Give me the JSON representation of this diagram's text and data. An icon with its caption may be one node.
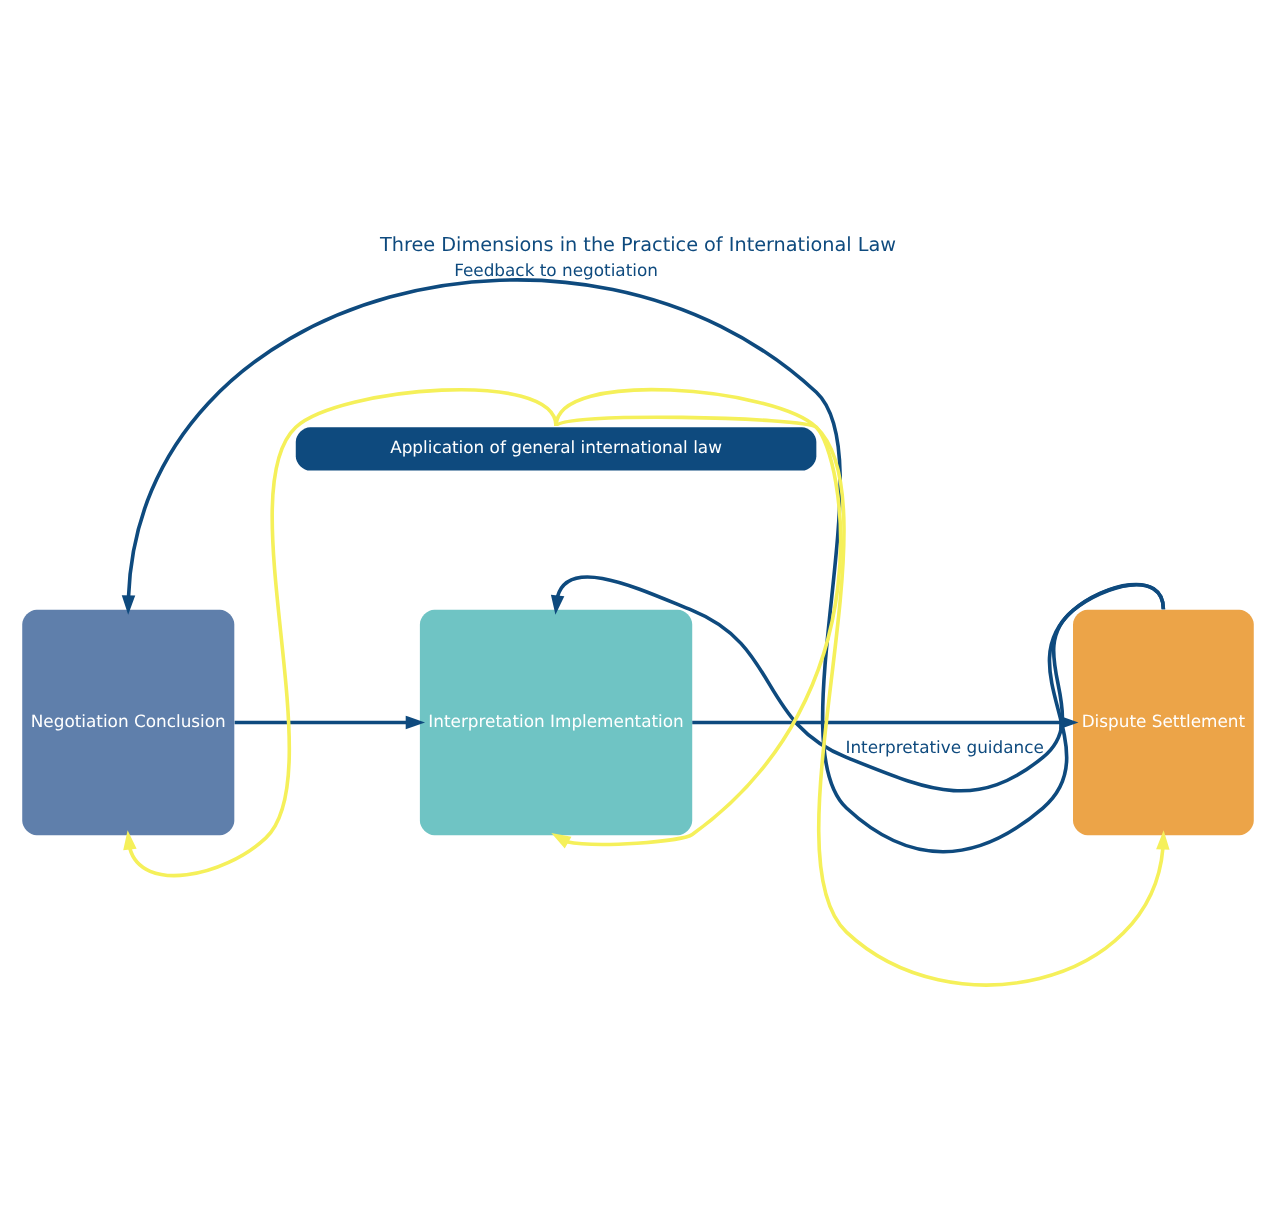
{
  "diagram": {
    "title": "Three Dimensions in the Practice of International Law",
    "nodes": [
      {
        "text": [
          "Negotiation Conclusion"
        ]
      },
      {
        "text": [
          "Interpretation Implementation"
        ]
      },
      {
        "text": [
          "Dispute Settlement"
        ]
      },
      {
        "text": [
          "Application of general international law"
        ]
      }
    ],
    "edges": [
      {
        "from": 0,
        "to": 1,
        "arrow": "to"
      },
      {
        "from": 1,
        "to": 2,
        "arrow": "to"
      },
      {
        "from": 2,
        "to": 0,
        "arrow": "to",
        "label": "Feedback to negotiation"
      },
      {
        "from": 2,
        "to": 1,
        "arrow": "to",
        "label": "Interpretative guidance"
      },
      {
        "from": 3,
        "to": 0,
        "arrow": "to",
        "color": "#f5f05a"
      },
      {
        "from": 3,
        "to": 1,
        "arrow": "to",
        "color": "#f5f05a"
      },
      {
        "from": 3,
        "to": 2,
        "arrow": "to",
        "color": "#f5f05a"
      }
    ]
  }
}
